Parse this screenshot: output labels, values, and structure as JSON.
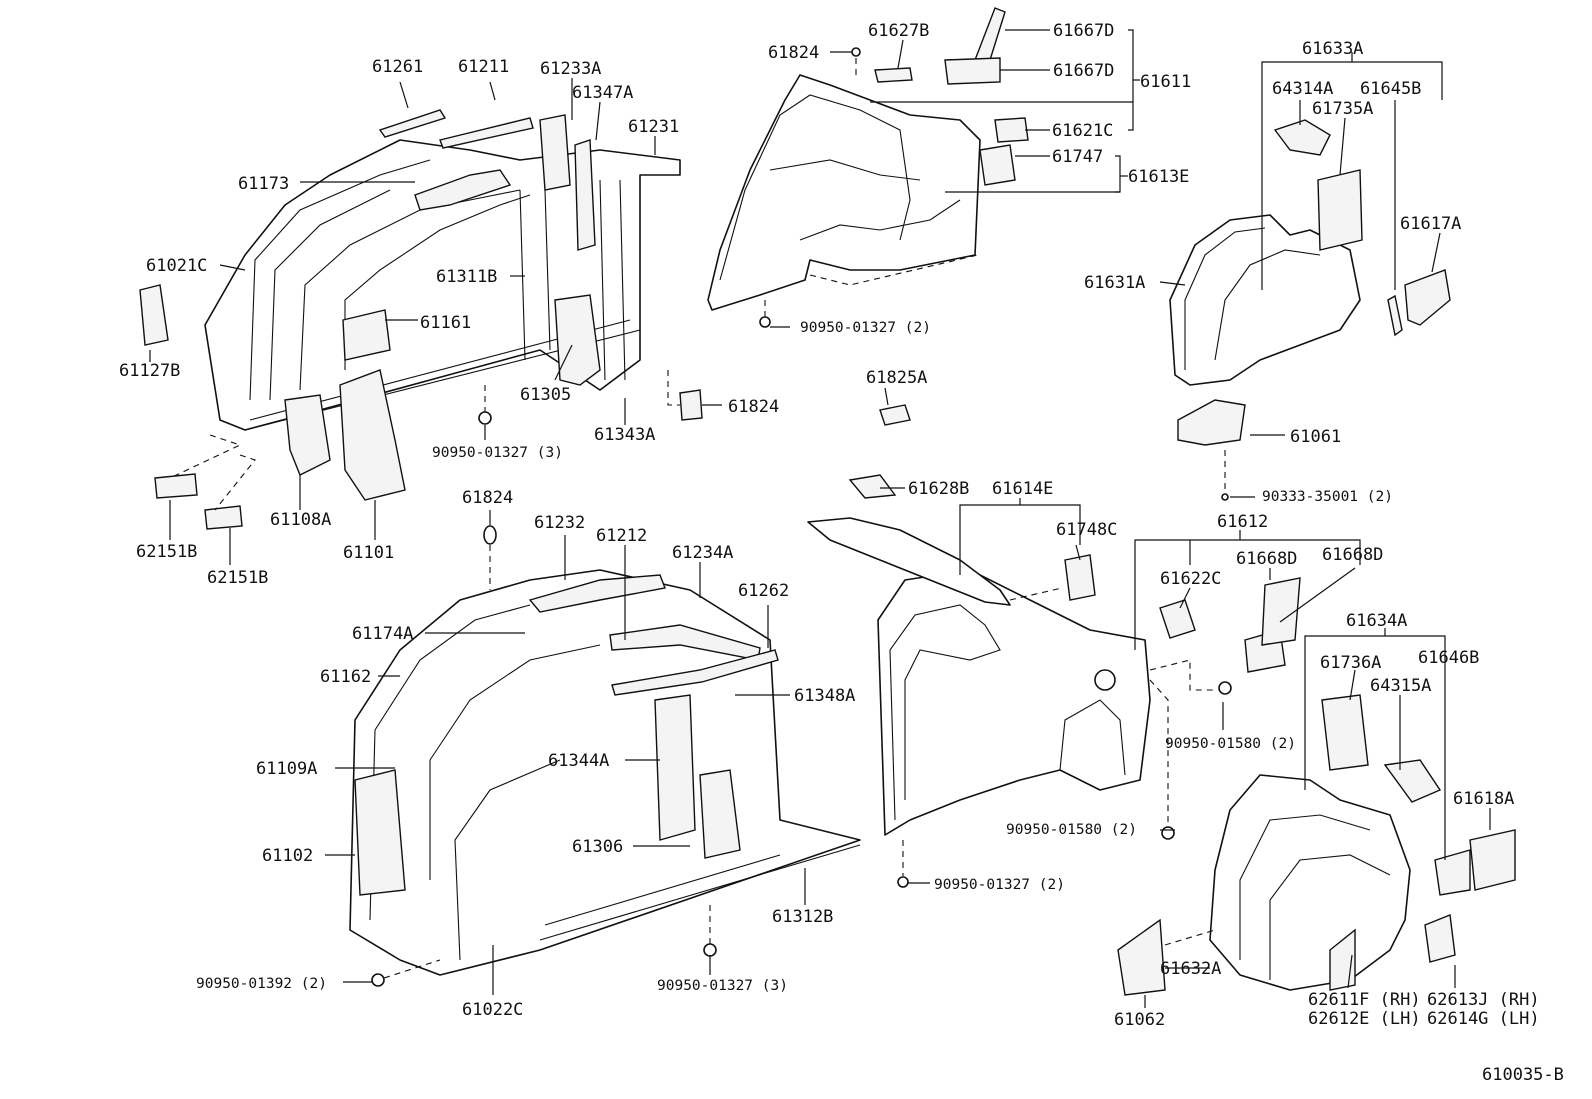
{
  "diagram_code": "610035-B",
  "labels": {
    "l61261": "61261",
    "l61211": "61211",
    "l61233A": "61233A",
    "l61347A": "61347A",
    "l61231": "61231",
    "l61173": "61173",
    "l61021C": "61021C",
    "l61311B": "61311B",
    "l61161": "61161",
    "l61127B": "61127B",
    "l61305": "61305",
    "l61343A": "61343A",
    "l61824a": "61824",
    "l90950_01327_3a": "90950-01327 (3)",
    "l61108A": "61108A",
    "l61101": "61101",
    "l62151Ba": "62151B",
    "l62151Bb": "62151B",
    "l61824b": "61824",
    "l61627B": "61627B",
    "l61667Da": "61667D",
    "l61667Db": "61667D",
    "l61611": "61611",
    "l61621C": "61621C",
    "l61747": "61747",
    "l61613E": "61613E",
    "l90950_01327_2a": "90950-01327 (2)",
    "l61633A": "61633A",
    "l64314A": "64314A",
    "l61645B": "61645B",
    "l61735A": "61735A",
    "l61617A": "61617A",
    "l61631A": "61631A",
    "l61061": "61061",
    "l90333_35001": "90333-35001 (2)",
    "l61825A": "61825A",
    "l61628B": "61628B",
    "l61614E": "61614E",
    "l61748C": "61748C",
    "l61612": "61612",
    "l61622C": "61622C",
    "l61668Da": "61668D",
    "l61668Db": "61668D",
    "l61824c": "61824",
    "l61232": "61232",
    "l61212": "61212",
    "l61234A": "61234A",
    "l61262": "61262",
    "l61174A": "61174A",
    "l61162": "61162",
    "l61348A": "61348A",
    "l61109A": "61109A",
    "l61344A": "61344A",
    "l61306": "61306",
    "l61102": "61102",
    "l61312B": "61312B",
    "l90950_01392": "90950-01392 (2)",
    "l61022C": "61022C",
    "l90950_01327_3b": "90950-01327 (3)",
    "l90950_01580a": "90950-01580 (2)",
    "l90950_01580b": "90950-01580 (2)",
    "l90950_01327_2b": "90950-01327 (2)",
    "l61634A": "61634A",
    "l61736A": "61736A",
    "l61646B": "61646B",
    "l64315A": "64315A",
    "l61618A": "61618A",
    "l61632A": "61632A",
    "l61062": "61062",
    "l62611F": "62611F (RH)",
    "l62612E": "62612E (LH)",
    "l62613J": "62613J (RH)",
    "l62614G": "62614G (LH)"
  }
}
